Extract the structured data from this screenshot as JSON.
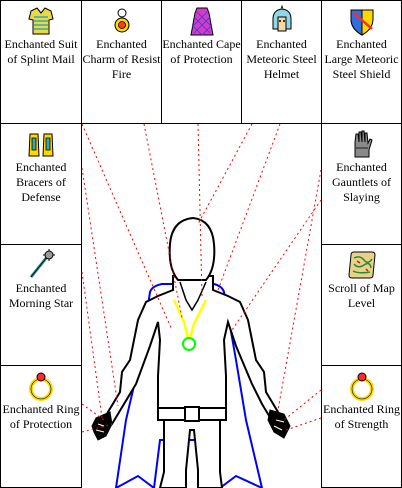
{
  "colors": {
    "background": "#ffffff",
    "border": "#000000",
    "leader_line": "#ff0000",
    "amulet_chain": "#ffff00",
    "amulet_gem": "#00ff00",
    "cape": "#0000ff"
  },
  "slots": {
    "top": [
      {
        "label": "Enchanted Suit of Splint Mail",
        "icon": "splint-mail-icon"
      },
      {
        "label": "Enchanted Charm of Resist Fire",
        "icon": "charm-icon"
      },
      {
        "label": "Enchanted Cape of Protection",
        "icon": "cape-icon"
      },
      {
        "label": "Enchanted Meteoric Steel Helmet",
        "icon": "helmet-icon"
      },
      {
        "label": "Enchanted Large Meteoric Steel Shield",
        "icon": "shield-icon"
      }
    ],
    "left": [
      {
        "label": "Enchanted Bracers of Defense",
        "icon": "bracers-icon"
      },
      {
        "label": "Enchanted Morning Star",
        "icon": "morning-star-icon"
      },
      {
        "label": "Enchanted Ring of Protection",
        "icon": "ring-icon"
      }
    ],
    "right": [
      {
        "label": "Enchanted Gauntlets of Slaying",
        "icon": "gauntlet-icon"
      },
      {
        "label": "Scroll of Map Level",
        "icon": "scroll-icon"
      },
      {
        "label": "Enchanted Ring of Strength",
        "icon": "ring-icon"
      }
    ]
  }
}
